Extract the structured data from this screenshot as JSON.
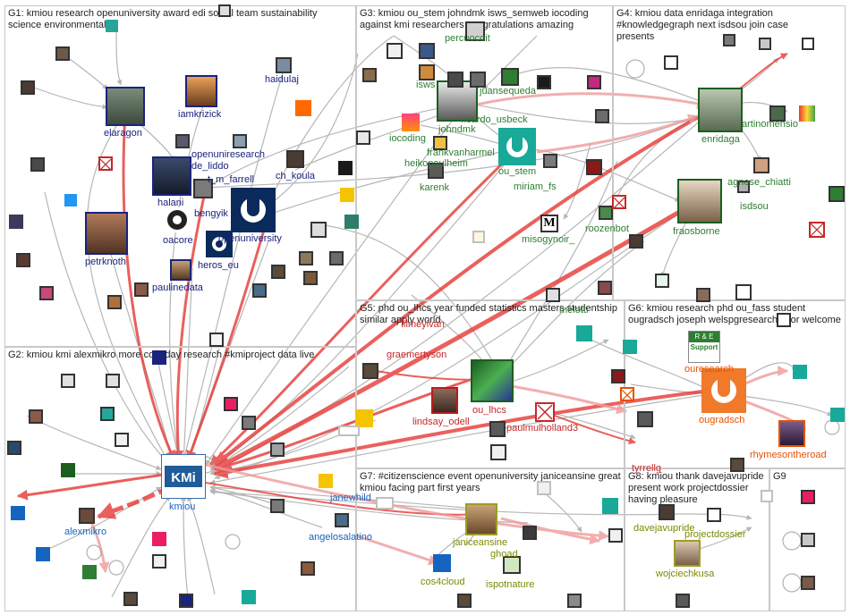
{
  "groups": [
    {
      "id": "G1",
      "title": "G1: kmiou research openuniversity award edi social team sustainability science environmental"
    },
    {
      "id": "G2",
      "title": "G2: kmiou kmi alexmikro more co today research #kmiproject data live"
    },
    {
      "id": "G3",
      "title": "G3: kmiou ou_stem johndmk isws_semweb iocoding against kmi researchers congratulations amazing"
    },
    {
      "id": "G4",
      "title": "G4: kmiou data enridaga integration #knowledgegraph next isdsou join case presents"
    },
    {
      "id": "G5",
      "title": "G5: phd ou_lhcs year funded statistics masters studentship similar apply world"
    },
    {
      "id": "G6",
      "title": "G6: kmiou research phd ou_fass student ougradsch joseph welspgresearch floor welcome"
    },
    {
      "id": "G7",
      "title": "G7: #citizenscience event openuniversity janiceansine great kmiou facing part first years"
    },
    {
      "id": "G8",
      "title": "G8: kmiou thank davejavupride present work projectdossier having pleasure"
    },
    {
      "id": "G9",
      "title": "G9"
    }
  ],
  "labels": {
    "elaragon": "elaragon",
    "iamkrizick": "iamkrizick",
    "haidulaj": "haidulaj",
    "openuniresearch": "openuniresearch",
    "de_liddo": "de_liddo",
    "t_m_farrell": "t_m_farrell",
    "ch_koula": "ch_koula",
    "halani": "halani",
    "bengyik": "bengyik",
    "oacore": "oacore",
    "openuniversity": "openuniversity",
    "heros_eu": "heros_eu",
    "petrknoth": "petrknoth",
    "paulinedata": "paulinedata",
    "percuocoit": "percuocoit",
    "isws": "isws",
    "juansequeda": "juansequeda",
    "ricardo_usbeck": "ricardo_usbeck",
    "johndmk": "johndmk",
    "iocoding": "iocoding",
    "frankvanharmel": "frankvanharmel",
    "heikopaulheim": "heikopaulheim",
    "karenk": "karenk",
    "ou_stem": "ou_stem",
    "miriam_fs": "miriam_fs",
    "roozenbot": "roozenbot",
    "misogynoir_": "misogynoir_",
    "enridaga": "enridaga",
    "artinomensio": "artinomensio",
    "agnese_chiatti": "agnese_chiatti",
    "isdsou": "isdsou",
    "fraosborne": "fraosborne",
    "filmeyivan": "filmeyivan",
    "graemertyson": "graemertyson",
    "ou_lhcs": "ou_lhcs",
    "lindsay_odell": "lindsay_odell",
    "paulmulholland3": "paulmulholland3",
    "tyrrellg": "tyrrellg",
    "melotti": "melotti",
    "ouresearch": "ouresearch",
    "ougradsch": "ougradsch",
    "rhymesontheroad": "rhymesontheroad",
    "kmiou": "kmiou",
    "alexmikro": "alexmikro",
    "janewhild": "janewhild",
    "angelosalatino": "angelosalatino",
    "janiceansine": "janiceansine",
    "ghoad": "ghoad",
    "cos4cloud": "cos4cloud",
    "ispotnature": "ispotnature",
    "davejavupride": "davejavupride",
    "projectdossier": "projectdossier",
    "wojciechkusa": "wojciechkusa"
  },
  "badges": {
    "ouresearch_badge_line1": "R & E",
    "ouresearch_badge_line2": "Support",
    "misogynoir_glyph": "M",
    "kmi_logo": "KMi"
  },
  "colors": {
    "edge": "#9e9e9e",
    "edge_strong": "#e53935",
    "edge_pink": "#ef9a9a",
    "ou_blue": "#0b2a5c",
    "ou_teal": "#18a999",
    "ou_orange": "#f07a2a",
    "box_border": "#c8c8c8"
  },
  "icons": [
    "ou-logo-icon",
    "kmi-logo-icon",
    "avatar-icon",
    "broken-image-icon",
    "self-loop-icon"
  ]
}
